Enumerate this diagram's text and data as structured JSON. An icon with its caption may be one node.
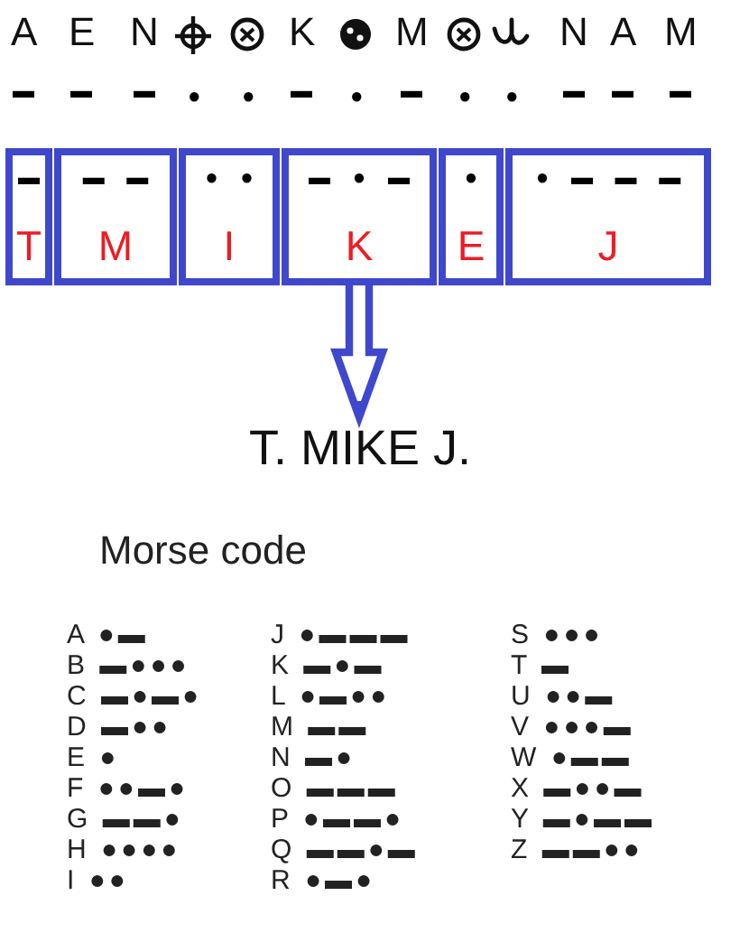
{
  "diagram": {
    "nodes": [
      {
        "text": [
          "▬",
          "T"
        ]
      },
      {
        "text": [
          "▬ ▬",
          "M"
        ]
      },
      {
        "text": [
          "● ●",
          "I"
        ]
      },
      {
        "text": [
          "▬ ● ▬",
          "K"
        ]
      },
      {
        "text": [
          "●",
          "E"
        ]
      },
      {
        "text": [
          "● ▬ ▬ ▬",
          "J"
        ]
      },
      {
        "text": [
          "T. MIKE J."
        ]
      }
    ],
    "edges": [
      {
        "from": 3,
        "to": 6,
        "arrow": "to"
      }
    ],
    "labels": [
      "A",
      "E",
      "N",
      "K",
      "M",
      "N",
      "A",
      "M",
      "▬",
      "▬",
      "▬",
      "●",
      "●",
      "▬",
      "●",
      "▬",
      "●",
      "●",
      "▬",
      "▬",
      "▬",
      "Morse code",
      "A ●▬",
      "J ●▬▬▬",
      "S ●●●",
      "B ▬●●●",
      "K ▬●▬",
      "T ▬",
      "C ▬●▬●",
      "L ●▬●●",
      "U ●●▬",
      "D ▬●●",
      "M ▬▬",
      "V ●●●▬",
      "E ●",
      "N ▬●",
      "W ●▬▬",
      "F ●●▬●",
      "O ▬▬▬",
      "X ▬●●▬",
      "G ▬▬●",
      "P ●▬▬●",
      "Y ▬●▬▬",
      "H ●●●●",
      "Q ▬▬●▬",
      "Z ▬▬●●",
      "I ●●",
      "R ●▬●"
    ]
  }
}
